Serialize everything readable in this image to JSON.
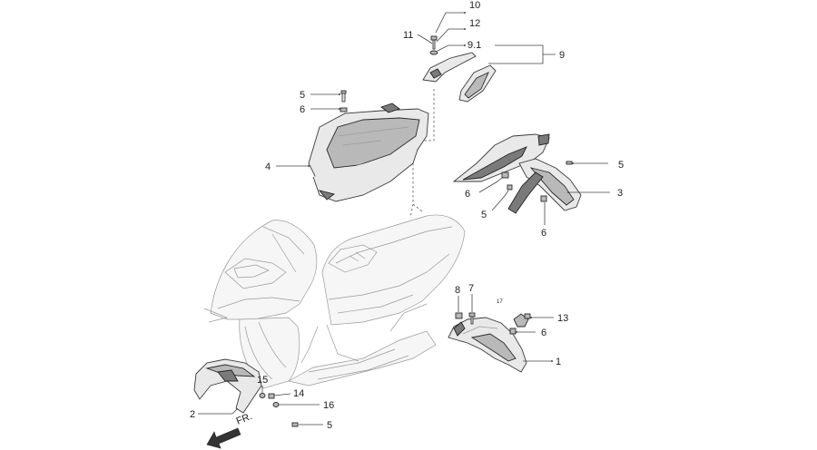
{
  "callouts": {
    "c1": "1",
    "c2": "2",
    "c3": "3",
    "c4": "4",
    "c5a": "5",
    "c5b": "5",
    "c5c": "5",
    "c5d": "5",
    "c6a": "6",
    "c6b": "6",
    "c6c": "6",
    "c6d": "6",
    "c7": "7",
    "c8": "8",
    "c9": "9",
    "c9_1": "9.1",
    "c10": "10",
    "c11": "11",
    "c12": "12",
    "c13": "13",
    "c14": "14",
    "c15": "15",
    "c16": "16",
    "c17": "17"
  },
  "direction_label": "FR."
}
